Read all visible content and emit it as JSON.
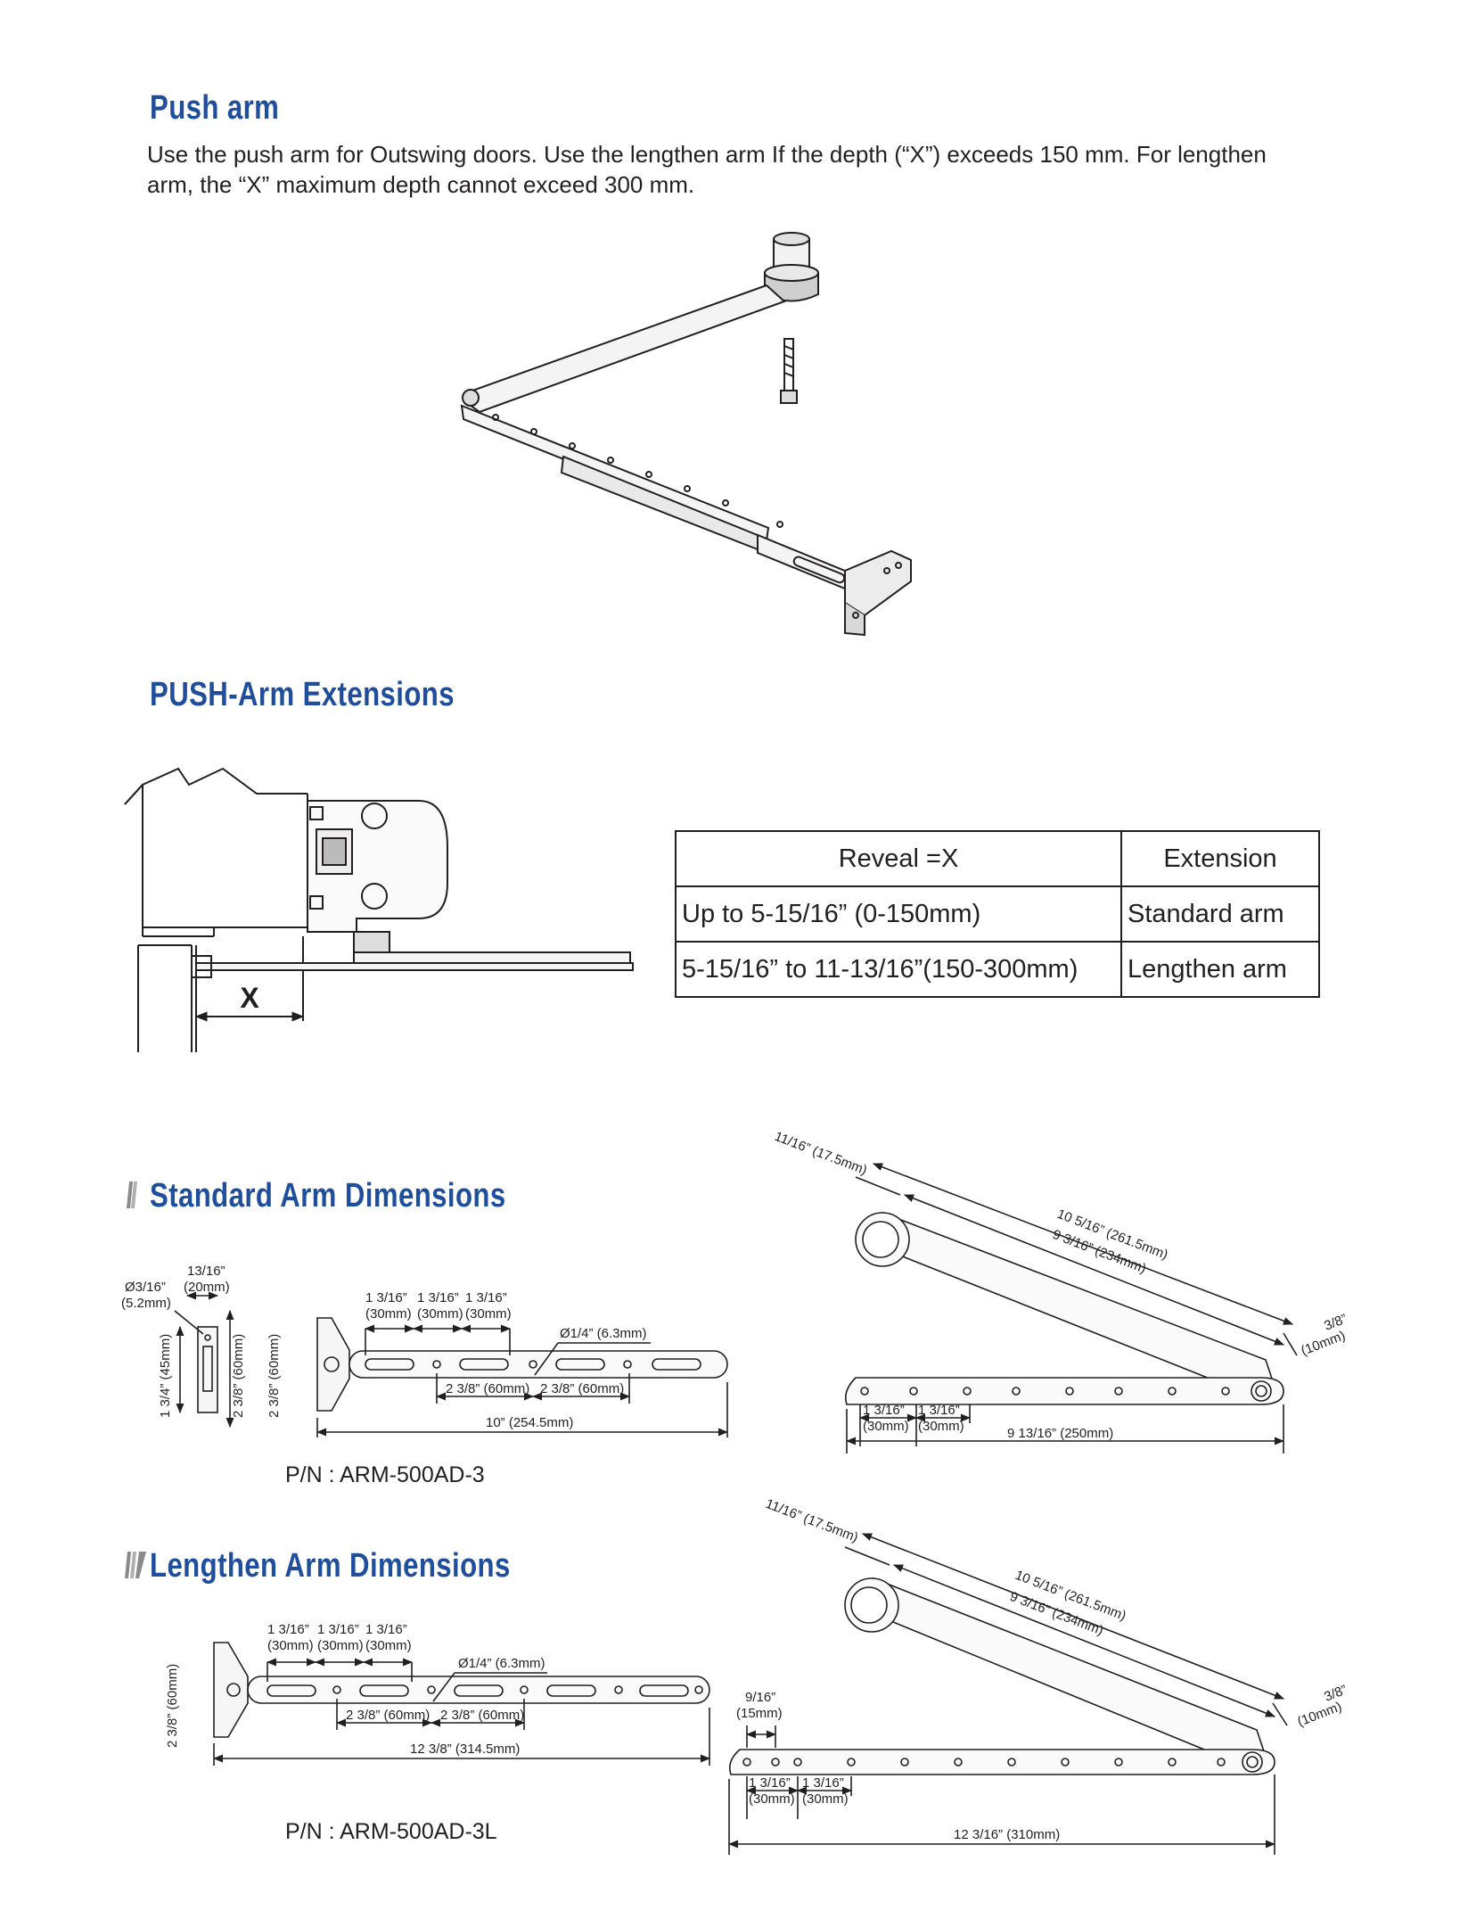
{
  "sections": {
    "push_arm": {
      "title": "Push arm",
      "description": "Use the push arm for Outswing doors. Use the lengthen arm If the depth (“X”) exceeds 150 mm. For lengthen arm, the “X” maximum depth cannot exceed 300 mm."
    },
    "extensions": {
      "title": "PUSH-Arm Extensions",
      "x_label": "X",
      "table": {
        "headers": [
          "Reveal =X",
          "Extension"
        ],
        "rows": [
          [
            "Up to 5-15/16” (0-150mm)",
            "Standard arm"
          ],
          [
            "5-15/16” to 11-13/16”(150-300mm)",
            "Lengthen arm"
          ]
        ]
      }
    },
    "standard": {
      "title": "Standard Arm Dimensions",
      "part_number": "P/N : ARM-500AD-3",
      "dims": {
        "side_width_a": "13/16”",
        "side_width_b": "(20mm)",
        "hole_a": "Ø3/16”",
        "hole_b": "(5.2mm)",
        "side_h1": "1 3/4” (45mm)",
        "side_h2": "2 3/8” (60mm)",
        "plate_h": "2 3/8” (60mm)",
        "slot1a": "1 3/16”",
        "slot1b": "(30mm)",
        "slot2a": "1 3/16”",
        "slot2b": "(30mm)",
        "slot3a": "1 3/16”",
        "slot3b": "(30mm)",
        "bolt": "Ø1/4” (6.3mm)",
        "pitch1": "2 3/8” (60mm)",
        "pitch2": "2 3/8” (60mm)",
        "total": "10” (254.5mm)",
        "diag_a": "11/16” (17.5mm)",
        "diag_b": "10 5/16” (261.5mm)",
        "diag_c": "9 3/16” (234mm)",
        "diag_d1": "3/8”",
        "diag_d2": "(10mm)",
        "arm_s1a": "1 3/16”",
        "arm_s1b": "(30mm)",
        "arm_s2a": "1 3/16”",
        "arm_s2b": "(30mm)",
        "arm_total": "9 13/16” (250mm)"
      }
    },
    "lengthen": {
      "title": "Lengthen Arm Dimensions",
      "part_number": "P/N : ARM-500AD-3L",
      "dims": {
        "plate_h": "2 3/8” (60mm)",
        "slot1a": "1 3/16”",
        "slot1b": "(30mm)",
        "slot2a": "1 3/16”",
        "slot2b": "(30mm)",
        "slot3a": "1 3/16”",
        "slot3b": "(30mm)",
        "bolt": "Ø1/4” (6.3mm)",
        "pitch1": "2 3/8” (60mm)",
        "pitch2": "2 3/8” (60mm)",
        "total": "12 3/8” (314.5mm)",
        "diag_a": "11/16” (17.5mm)",
        "diag_b": "10 5/16” (261.5mm)",
        "diag_c": "9 3/16” (234mm)",
        "diag_d1": "3/8”",
        "diag_d2": "(10mm)",
        "end_a": "9/16”",
        "end_b": "(15mm)",
        "arm_s1a": "1 3/16”",
        "arm_s1b": "(30mm)",
        "arm_s2a": "1 3/16”",
        "arm_s2b": "(30mm)",
        "arm_total": "12 3/16” (310mm)"
      }
    }
  }
}
